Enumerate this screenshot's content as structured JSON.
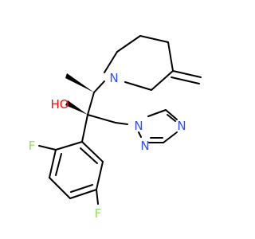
{
  "molecule": {
    "atoms": {
      "O": {
        "symbol": "O",
        "label": "HO",
        "color": "#ff0d0d"
      },
      "N_pip": {
        "symbol": "N",
        "label": "N",
        "color": "#3050f8"
      },
      "N_tri1": {
        "symbol": "N",
        "label": "N",
        "color": "#3050f8"
      },
      "N_tri2": {
        "symbol": "N",
        "label": "N",
        "color": "#3050f8"
      },
      "N_tri3": {
        "symbol": "N",
        "label": "N",
        "color": "#3050f8"
      },
      "F_ortho": {
        "symbol": "F",
        "label": "F",
        "color": "#90e050"
      },
      "F_para": {
        "symbol": "F",
        "label": "F",
        "color": "#90e050"
      }
    },
    "bond_color": "#000000"
  }
}
